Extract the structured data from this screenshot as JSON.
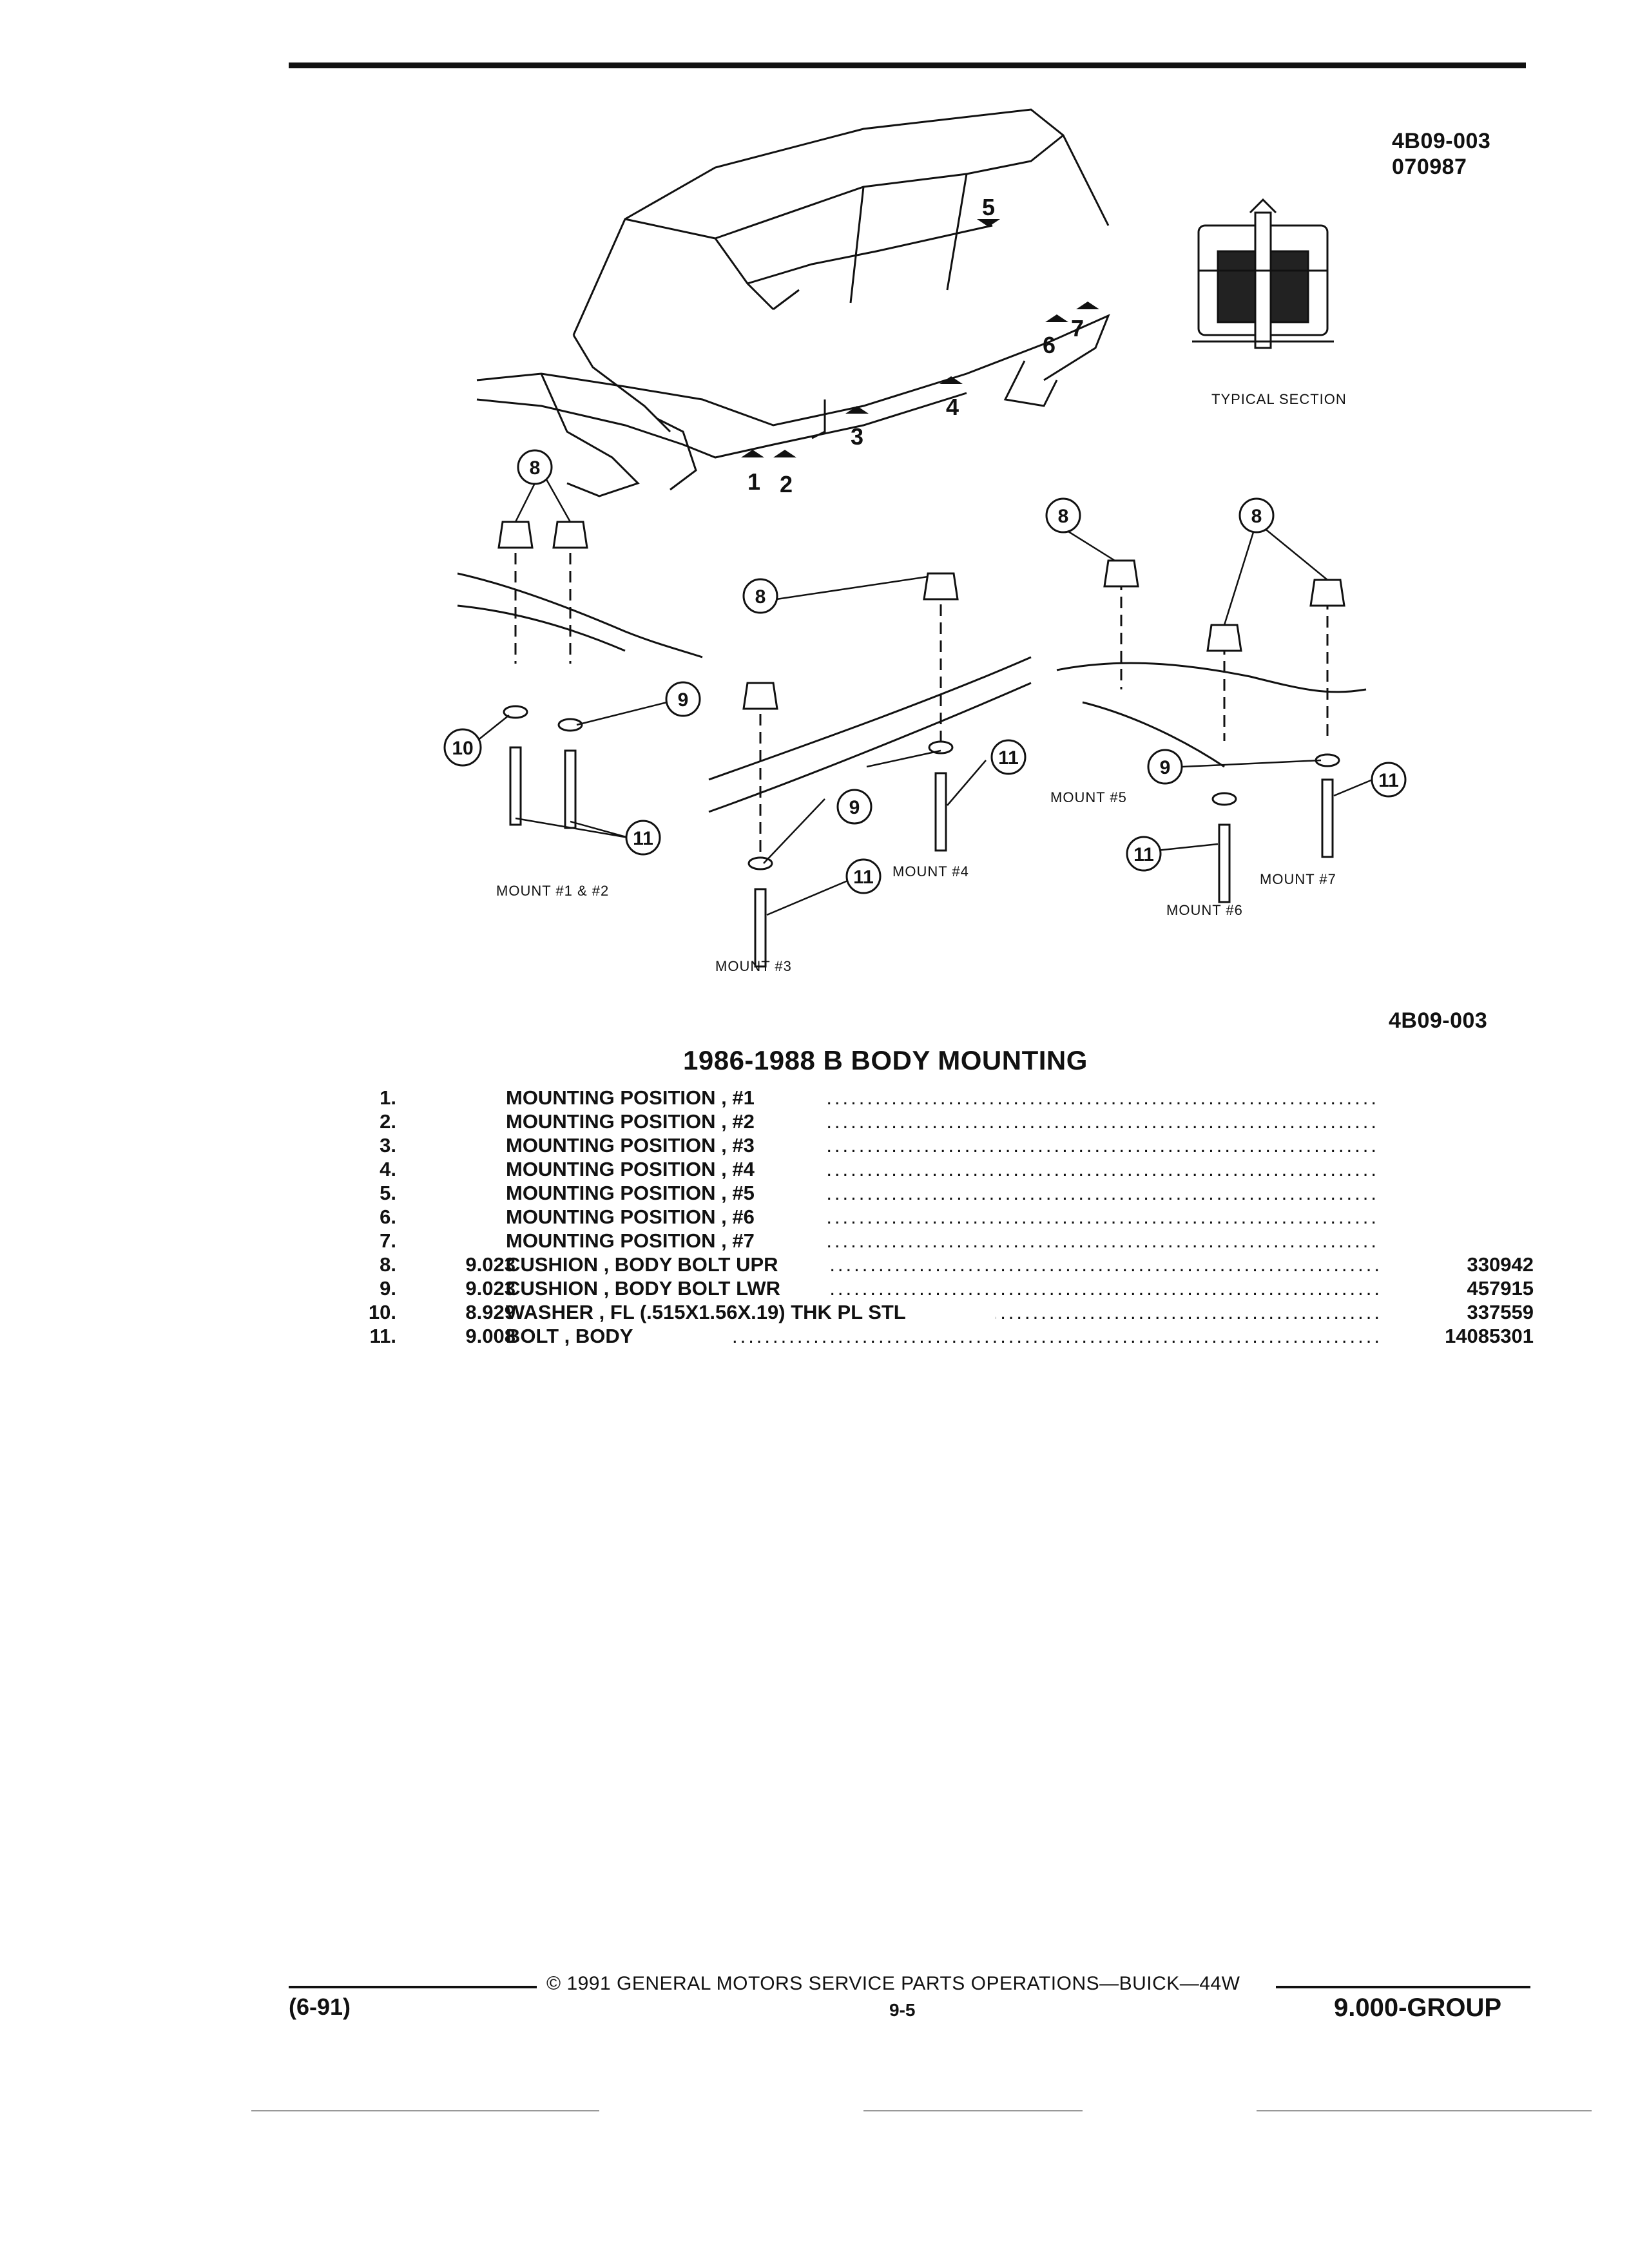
{
  "figure": {
    "id_top": "4B09-003",
    "date_code": "070987",
    "id_bottom": "4B09-003"
  },
  "illustration": {
    "typical_section_label": "TYPICAL SECTION",
    "position_numbers": [
      "1",
      "2",
      "3",
      "4",
      "5",
      "6",
      "7"
    ],
    "callouts": [
      "8",
      "9",
      "10",
      "11"
    ],
    "mount_captions": {
      "m12": "MOUNT #1 & #2",
      "m3": "MOUNT #3",
      "m4": "MOUNT #4",
      "m5": "MOUNT #5",
      "m6": "MOUNT #6",
      "m7": "MOUNT #7"
    }
  },
  "parts": {
    "title": "1986-1988 B BODY MOUNTING",
    "rows": [
      {
        "num": "1.",
        "code": "",
        "desc": "MOUNTING POSITION , #1",
        "part_no": ""
      },
      {
        "num": "2.",
        "code": "",
        "desc": "MOUNTING POSITION , #2",
        "part_no": ""
      },
      {
        "num": "3.",
        "code": "",
        "desc": "MOUNTING POSITION , #3",
        "part_no": ""
      },
      {
        "num": "4.",
        "code": "",
        "desc": "MOUNTING POSITION , #4",
        "part_no": ""
      },
      {
        "num": "5.",
        "code": "",
        "desc": "MOUNTING POSITION , #5",
        "part_no": ""
      },
      {
        "num": "6.",
        "code": "",
        "desc": "MOUNTING POSITION , #6",
        "part_no": ""
      },
      {
        "num": "7.",
        "code": "",
        "desc": "MOUNTING POSITION , #7",
        "part_no": ""
      },
      {
        "num": "8.",
        "code": "9.023",
        "desc": "CUSHION , BODY BOLT UPR",
        "part_no": "330942"
      },
      {
        "num": "9.",
        "code": "9.023",
        "desc": "CUSHION , BODY BOLT LWR",
        "part_no": "457915"
      },
      {
        "num": "10.",
        "code": "8.929",
        "desc": "WASHER , FL (.515X1.56X.19) THK PL STL",
        "part_no": "337559"
      },
      {
        "num": "11.",
        "code": "9.008",
        "desc": "BOLT , BODY",
        "part_no": "14085301"
      }
    ],
    "leader": "................................................................................"
  },
  "footer": {
    "copyright": "© 1991 GENERAL MOTORS SERVICE PARTS OPERATIONS—BUICK—44W",
    "date": "(6-91)",
    "page": "9-5",
    "group": "9.000-GROUP"
  }
}
